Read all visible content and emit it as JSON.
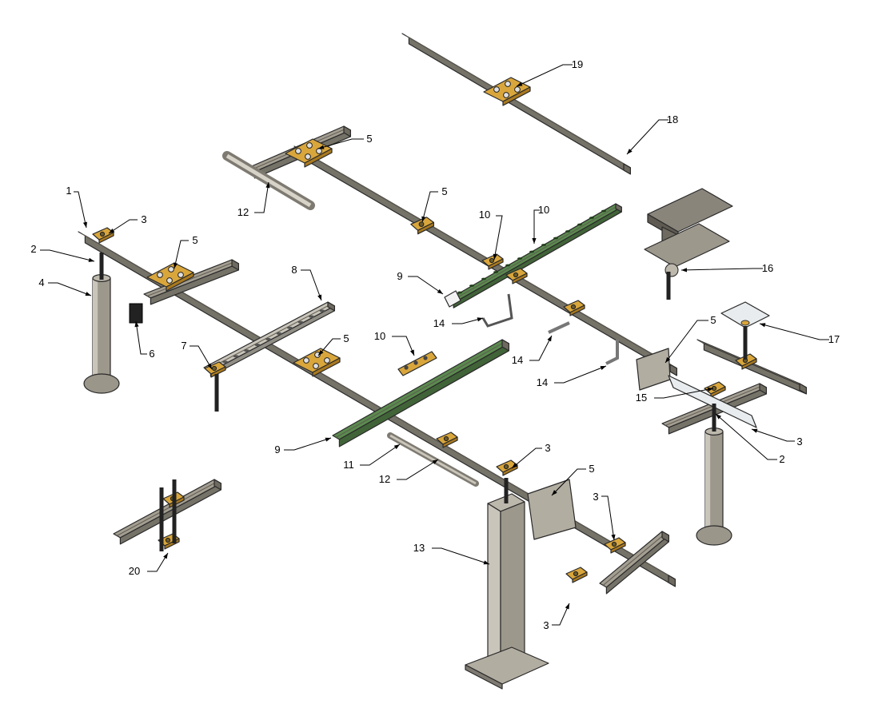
{
  "diagram": {
    "type": "exploded-assembly-drawing",
    "part_colors": {
      "strut": "#a39e91",
      "strut_dark": "#7d786d",
      "strut_light": "#c9c5ba",
      "clamp": "#d9a63c",
      "green_strut": "#5a8a4e",
      "post": "#9d988c",
      "beam": "#8f8a80",
      "clear": "#e8ecee",
      "outline": "#2a2a2a"
    },
    "callouts": [
      {
        "id": "c1",
        "label": "1"
      },
      {
        "id": "c2a",
        "label": "2"
      },
      {
        "id": "c2b",
        "label": "2"
      },
      {
        "id": "c3a",
        "label": "3"
      },
      {
        "id": "c3b",
        "label": "3"
      },
      {
        "id": "c3c",
        "label": "3"
      },
      {
        "id": "c3d",
        "label": "3"
      },
      {
        "id": "c3e",
        "label": "3"
      },
      {
        "id": "c4",
        "label": "4"
      },
      {
        "id": "c5a",
        "label": "5"
      },
      {
        "id": "c5b",
        "label": "5"
      },
      {
        "id": "c5c",
        "label": "5"
      },
      {
        "id": "c5d",
        "label": "5"
      },
      {
        "id": "c5e",
        "label": "5"
      },
      {
        "id": "c5f",
        "label": "5"
      },
      {
        "id": "c6",
        "label": "6"
      },
      {
        "id": "c7",
        "label": "7"
      },
      {
        "id": "c8",
        "label": "8"
      },
      {
        "id": "c9a",
        "label": "9"
      },
      {
        "id": "c9b",
        "label": "9"
      },
      {
        "id": "c10a",
        "label": "10"
      },
      {
        "id": "c10b",
        "label": "10"
      },
      {
        "id": "c10c",
        "label": "10"
      },
      {
        "id": "c11",
        "label": "11"
      },
      {
        "id": "c12a",
        "label": "12"
      },
      {
        "id": "c12b",
        "label": "12"
      },
      {
        "id": "c13",
        "label": "13"
      },
      {
        "id": "c14a",
        "label": "14"
      },
      {
        "id": "c14b",
        "label": "14"
      },
      {
        "id": "c14c",
        "label": "14"
      },
      {
        "id": "c15",
        "label": "15"
      },
      {
        "id": "c16",
        "label": "16"
      },
      {
        "id": "c17",
        "label": "17"
      },
      {
        "id": "c18",
        "label": "18"
      },
      {
        "id": "c19",
        "label": "19"
      },
      {
        "id": "c20",
        "label": "20"
      }
    ]
  }
}
